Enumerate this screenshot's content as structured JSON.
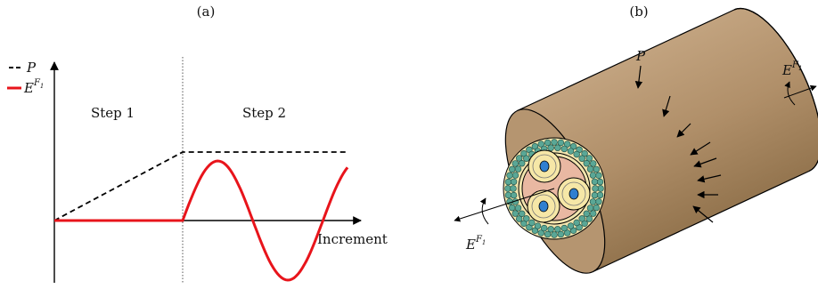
{
  "panel_a": {
    "label": "(a)",
    "legend": [
      {
        "symbol": "P",
        "style": "dashed",
        "color": "#000000"
      },
      {
        "symbol": "E",
        "superscript": "F",
        "sub_superscript": "1",
        "style": "solid",
        "color": "#e8141b"
      }
    ],
    "step_1_label": "Step 1",
    "step_2_label": "Step 2",
    "x_axis_label": "Increment"
  },
  "panel_b": {
    "label": "(b)",
    "pressure_label": "P",
    "moment_label": {
      "symbol": "E",
      "superscript": "F",
      "sub_superscript": "1"
    }
  },
  "colors": {
    "pressure_curve": "#000000",
    "moment_curve": "#e8141b",
    "cable_jacket": "#b59570",
    "armor_wires": "#5aa796",
    "bedding_layer": "#f1e4ad",
    "filler": "#e9b8a2",
    "conductor_insulation": "#f6e7a7",
    "conductor_core": "#2f7fd0"
  }
}
